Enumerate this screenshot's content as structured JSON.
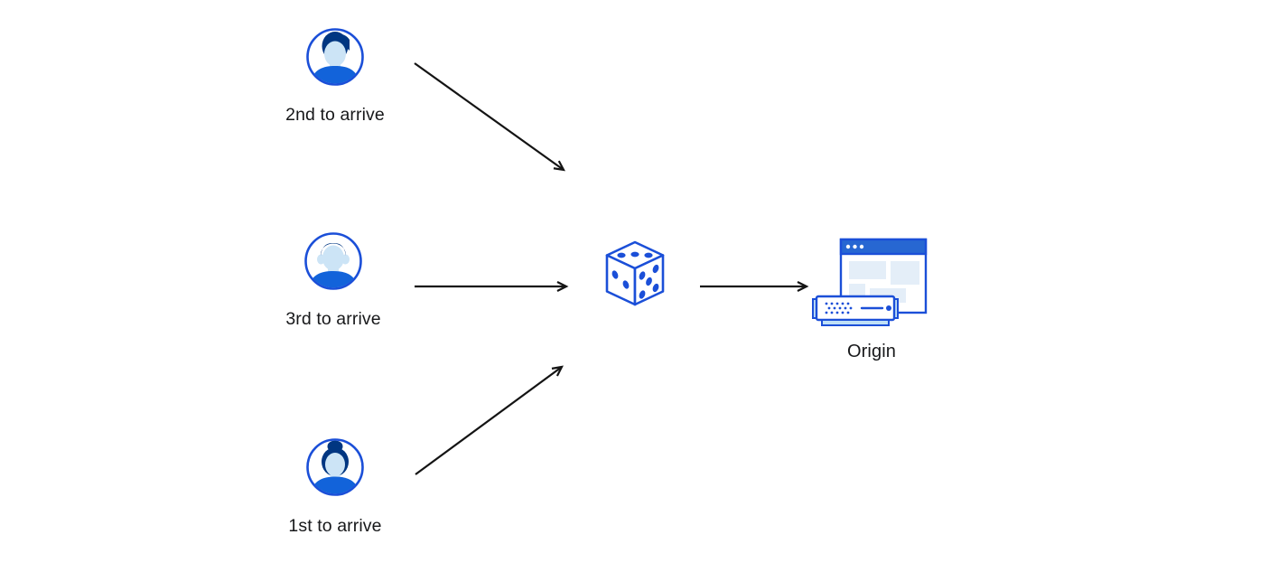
{
  "diagram": {
    "users": [
      {
        "label": "2nd to arrive",
        "icon": "user-avatar-male-swept-hair-icon"
      },
      {
        "label": "3rd to arrive",
        "icon": "user-avatar-male-short-hair-icon"
      },
      {
        "label": "1st to arrive",
        "icon": "user-avatar-female-bun-icon"
      }
    ],
    "selector": {
      "icon": "dice-icon",
      "meaning": "random selection"
    },
    "origin": {
      "label": "Origin",
      "icon": "origin-server-browser-icon"
    },
    "connections": [
      {
        "from": "2nd to arrive",
        "to": "dice"
      },
      {
        "from": "3rd to arrive",
        "to": "dice"
      },
      {
        "from": "1st to arrive",
        "to": "dice"
      },
      {
        "from": "dice",
        "to": "Origin"
      }
    ]
  },
  "colors": {
    "background": "#ffffff",
    "primary_blue": "#1b4fd8",
    "dark_navy_hair": "#003681",
    "face_light_blue": "#cce4f6",
    "shirt_blue": "#1263da",
    "browser_titlebar_blue": "#2767d2",
    "panel_light_blue": "#e4eef8",
    "server_trim_light_blue": "#bfe0f6",
    "arrow_black": "#141414",
    "label_text": "#17181a"
  }
}
